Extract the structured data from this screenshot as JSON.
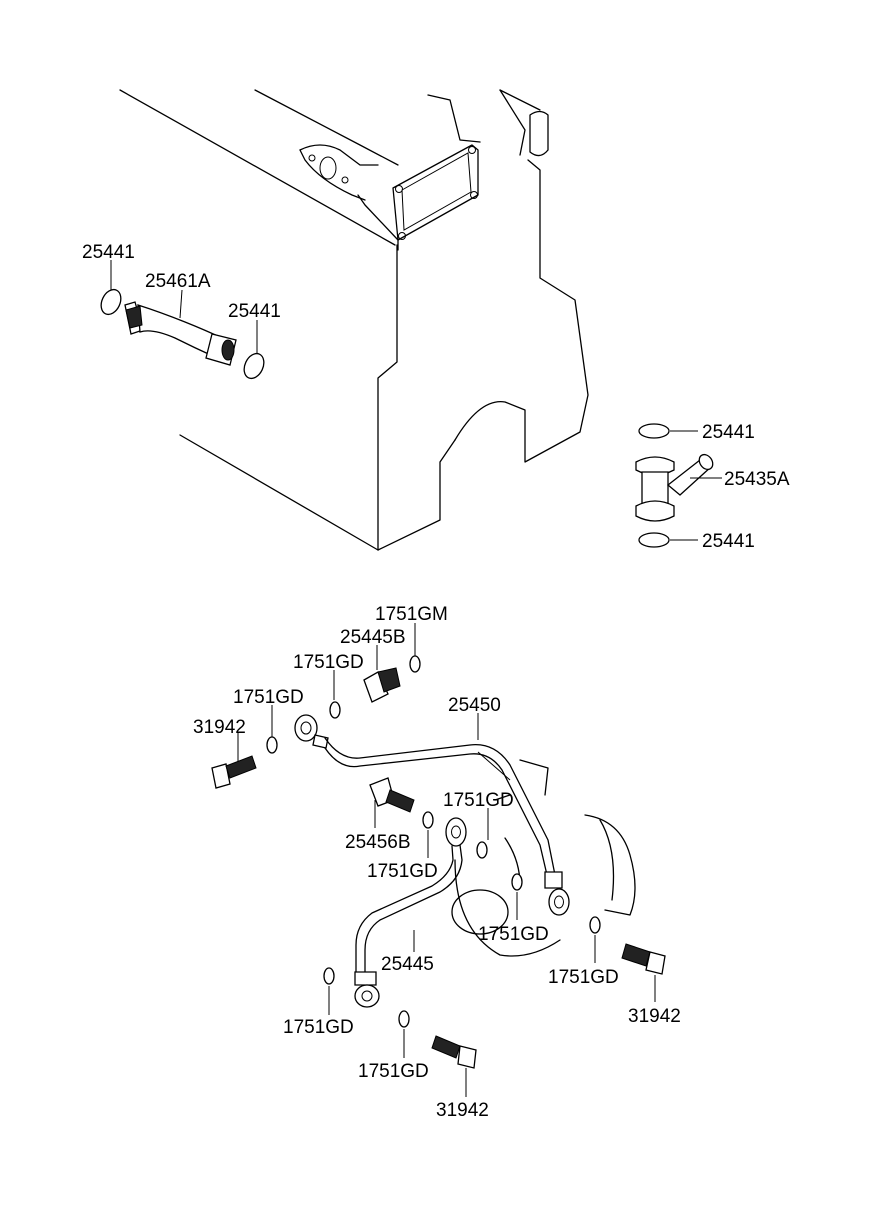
{
  "labels": {
    "ring_top_left": "25441",
    "pipe_top": "25461A",
    "ring_top_right": "25441",
    "ring_side_upper": "25441",
    "fitting_side": "25435A",
    "ring_side_lower": "25441",
    "washer_gm": "1751GM",
    "adapter": "25445B",
    "washer_a": "1751GD",
    "washer_b": "1751GD",
    "bolt_left": "31942",
    "feed_pipe": "25450",
    "washer_c": "1751GD",
    "banjo_bolt": "25456B",
    "washer_d": "1751GD",
    "washer_e": "1751GD",
    "return_pipe": "25445",
    "washer_f": "1751GD",
    "bolt_right": "31942",
    "washer_g": "1751GD",
    "washer_h": "1751GD",
    "bolt_bottom": "31942"
  }
}
